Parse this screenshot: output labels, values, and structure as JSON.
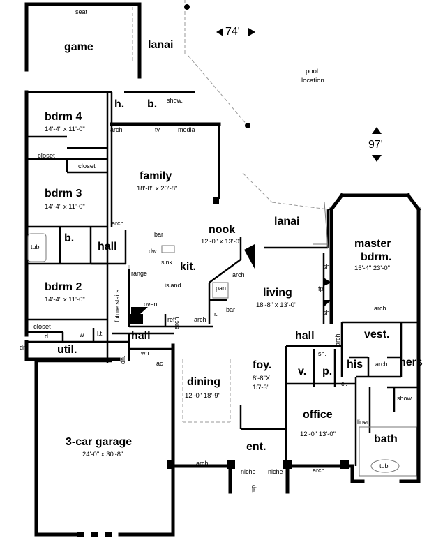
{
  "dimensions": {
    "width": "74'",
    "depth": "97'"
  },
  "rooms": {
    "game": {
      "name": "game",
      "seat": "seat"
    },
    "lanai_top": {
      "name": "lanai"
    },
    "pool": {
      "line1": "pool",
      "line2": "location"
    },
    "bath_h": {
      "name": "h."
    },
    "bath_b_top": {
      "name": "b.",
      "shower": "show."
    },
    "tv": {
      "name": "tv"
    },
    "media": {
      "name": "media"
    },
    "bdrm4": {
      "name": "bdrm 4",
      "size": "14'-4\" x 11'-0\""
    },
    "closet1": {
      "name": "closet"
    },
    "closet2": {
      "name": "closet"
    },
    "family": {
      "name": "family",
      "size": "18'-8\" x 20'-8\""
    },
    "bdrm3": {
      "name": "bdrm 3",
      "size": "14'-4\" x 11'-0\""
    },
    "lanai_mid": {
      "name": "lanai"
    },
    "master": {
      "name1": "master",
      "name2": "bdrm.",
      "size": "15'-4\" 23'-0\""
    },
    "nook": {
      "name": "nook",
      "size": "12'-0\" x 13'-0\""
    },
    "bath_b_mid": {
      "name": "b.",
      "tub": "tub"
    },
    "hall1": {
      "name": "hall"
    },
    "kitchen": {
      "name": "kit.",
      "bar": "bar",
      "dw": "dw",
      "sink": "sink",
      "range": "range",
      "island": "island",
      "oven": "oven",
      "ref": "ref",
      "pan": "pan.",
      "r": "r.",
      "bar2": "bar"
    },
    "bdrm2": {
      "name": "bdrm 2",
      "size": "14'-4\" x 11'-0\""
    },
    "future_stairs": {
      "name": "future stairs"
    },
    "living": {
      "name": "living",
      "size": "18'-8\" x 13'-0\""
    },
    "sh1": {
      "name": "sh"
    },
    "fp": {
      "name": "fp"
    },
    "sh2": {
      "name": "sh"
    },
    "closet3": {
      "name": "closet"
    },
    "laundry": {
      "d": "d",
      "w": "w",
      "lt": "l.t."
    },
    "util": {
      "name": "util."
    },
    "hall2": {
      "name": "hall"
    },
    "hall3": {
      "name": "hall"
    },
    "vest": {
      "name": "vest."
    },
    "his": {
      "name": "his"
    },
    "hers": {
      "name": "hers"
    },
    "foy": {
      "name": "foy.",
      "size1": "8'-8\"X",
      "size2": "15'-3\""
    },
    "bath_v": {
      "name": "v."
    },
    "powder": {
      "name": "p.",
      "sh": "sh."
    },
    "cl": {
      "name": "cl."
    },
    "dining": {
      "name": "dining",
      "size": "12'-0\" 18'-9\""
    },
    "office": {
      "name": "office",
      "size": "12'-0\" 13'-0\""
    },
    "linen": {
      "name": "linen"
    },
    "show": {
      "name": "show."
    },
    "garage": {
      "name": "3-car garage",
      "size": "24'-0\" x 30'-8\""
    },
    "bath_master": {
      "name": "bath",
      "tub": "tub"
    },
    "ent": {
      "name": "ent."
    },
    "niche1": {
      "name": "niche"
    },
    "niche2": {
      "name": "niche"
    },
    "dn1": {
      "name": "dn."
    },
    "dn2": {
      "name": "dn."
    },
    "dn3": {
      "name": "dn."
    },
    "wh": {
      "name": "wh"
    },
    "ac": {
      "name": "ac"
    }
  },
  "arches": [
    "arch",
    "arch",
    "arch",
    "arch",
    "arch",
    "arch",
    "arch",
    "arch",
    "arch",
    "arch"
  ]
}
